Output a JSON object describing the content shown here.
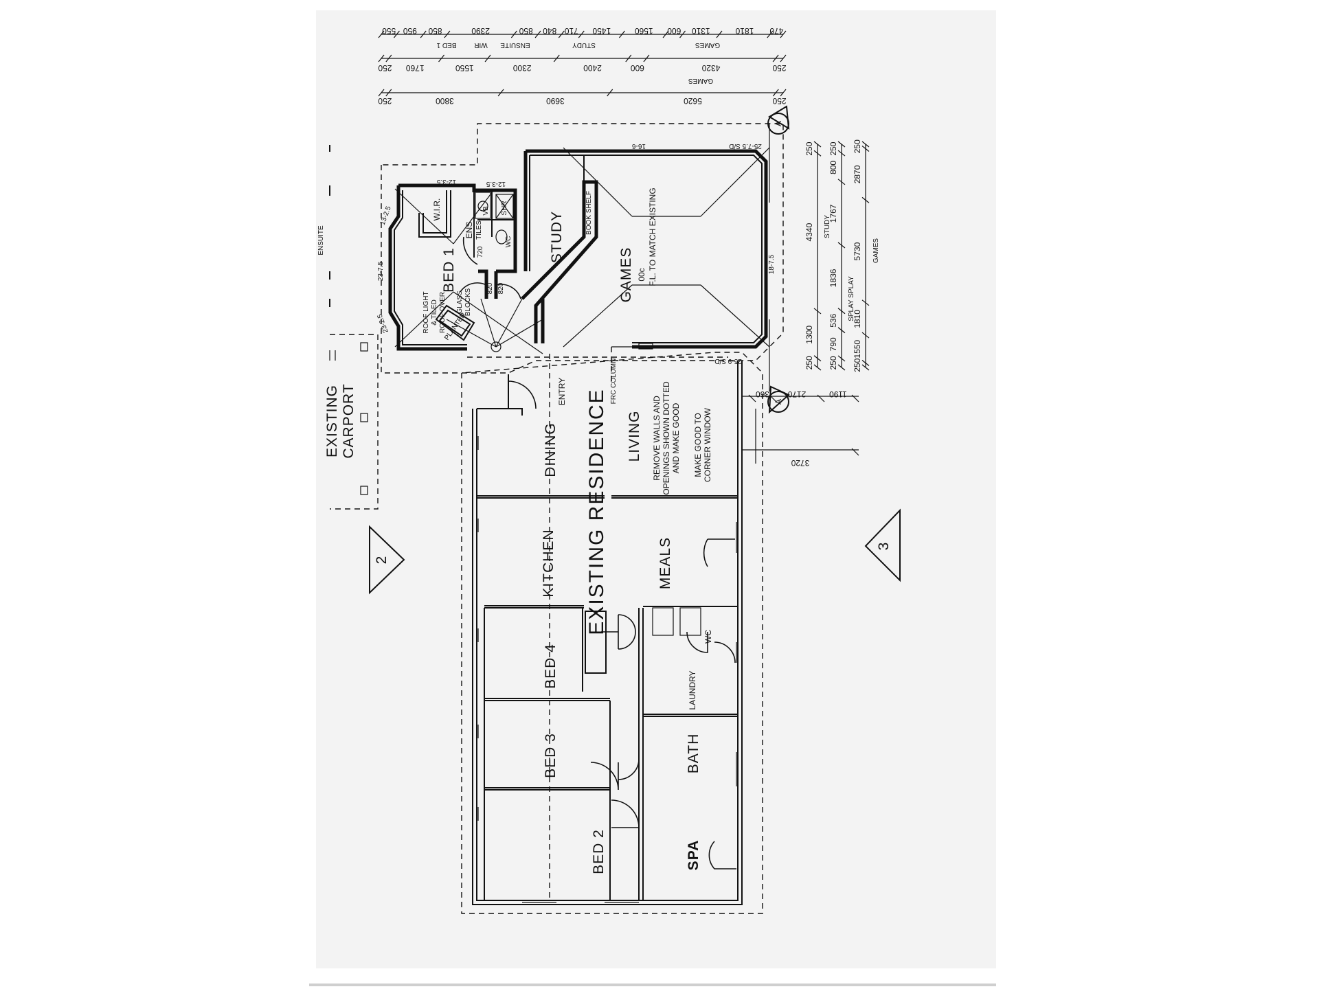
{
  "rooms": {
    "existing_residence": "EXISTING RESIDENCE",
    "existing_carport": "EXISTING",
    "existing_carport_2": "CARPORT",
    "entry": "ENTRY",
    "dining": "DINING",
    "living": "LIVING",
    "kitchen": "KITCHEN",
    "meals": "MEALS",
    "bed4": "BED 4",
    "bed3": "BED 3",
    "bed2": "BED 2",
    "laundry": "LAUNDRY",
    "wc": "WC",
    "bath": "BATH",
    "spa": "SPA",
    "bed1": "BED 1",
    "wir": "W.I.R.",
    "ens": "ENS",
    "tiles": "TILES",
    "vb": "VB",
    "shr": "SHR",
    "wc_ens": "WC",
    "study": "STUDY",
    "book_shelf": "BOOK SHELF",
    "games": "GAMES",
    "planter": "PLANTER"
  },
  "notes": {
    "remove_walls_1": "REMOVE WALLS AND",
    "remove_walls_2": "OPENINGS SHOWN DOTTED",
    "remove_walls_3": "AND MAKE GOOD",
    "make_good_1": "MAKE GOOD TO",
    "make_good_2": "CORNER WINDOW",
    "frc_column": "FRC COLUMN",
    "glass_blocks_1": "GLASS",
    "glass_blocks_2": "BLOCKS",
    "roof_light_1": "ROOF LIGHT",
    "roof_light_2": "& TILED",
    "roof_light_3": "ROOF OVER",
    "games_00c": "00c",
    "fl_match": "F.L. TO MATCH EXISTING",
    "ensuite_partial": "ENSUITE"
  },
  "markers": {
    "section_a_top": "A",
    "section_a_bottom": "A",
    "elevation_2": "2",
    "elevation_3": "3"
  },
  "window_tags": {
    "w1": "12-3.5",
    "w2": "12-3.5",
    "w3": "16-6",
    "w4": "25-7.5 S/D",
    "w5": "23-7.5",
    "w6": "13-2.5",
    "w7": "23-2.5",
    "w8": "18-7.5",
    "w9": "25-9 S/D",
    "d1": "720",
    "d2": "820",
    "d3": "820"
  },
  "dims_top": {
    "row1": [
      "550",
      "950",
      "850",
      "2390",
      "850",
      "840",
      "710",
      "1450",
      "1560",
      "600",
      "1310",
      "1810",
      "470"
    ],
    "row2": [
      "250",
      "1760",
      "1550",
      "2300",
      "2400",
      "600",
      "4320",
      "250"
    ],
    "row2_labels": [
      "BED 1",
      "WIR",
      "ENSUITE",
      "STUDY",
      "GAMES"
    ],
    "row3": [
      "250",
      "3800",
      "3690",
      "5620",
      "250"
    ],
    "row3_label": "GAMES"
  },
  "dims_right": {
    "col1": [
      "250",
      "4340",
      "1300",
      "250"
    ],
    "col1_label": "STUDY",
    "col2": [
      "250",
      "800",
      "1767",
      "1836",
      "536",
      "790",
      "250"
    ],
    "col2_label": "SPLAY SPLAY",
    "col3": [
      "250",
      "2870",
      "5730",
      "1810",
      "1550",
      "250"
    ],
    "col3_label": "GAMES"
  },
  "dims_living": [
    "360",
    "2170",
    "1190",
    "3720"
  ]
}
